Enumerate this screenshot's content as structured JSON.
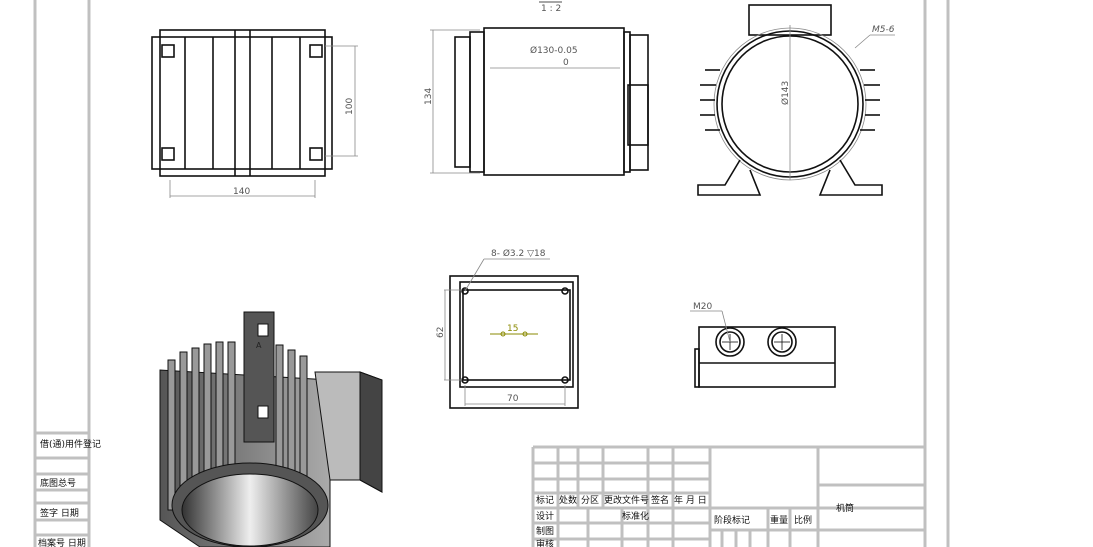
{
  "drawing": {
    "scale_label": "1 : 2",
    "dimensions": {
      "front_width": "140",
      "front_height": "100",
      "side_height": "134",
      "side_diameter": "Ø130-0.05",
      "side_tolerance_zero": "0",
      "end_diameter": "Ø143",
      "thread_callout": "M5-6",
      "hole_callout": "8- Ø3.2 ▽18",
      "box_height": "62",
      "box_width": "70",
      "box_spacing": "15",
      "gland_thread": "M20",
      "iso_mark": "A"
    }
  },
  "left_table": {
    "rows": [
      "借(通)用件登记",
      "底图总号",
      "签字 日期",
      "档案号 日期"
    ]
  },
  "title_block": {
    "headers": [
      "标记",
      "处数",
      "分区",
      "更改文件号",
      "签名",
      "年 月 日"
    ],
    "design": "设计",
    "standardize": "标准化",
    "drawn": "制图",
    "review": "审核",
    "stage_mark": "阶段标记",
    "weight": "重量",
    "scale": "比例",
    "part_name": "机筒"
  }
}
